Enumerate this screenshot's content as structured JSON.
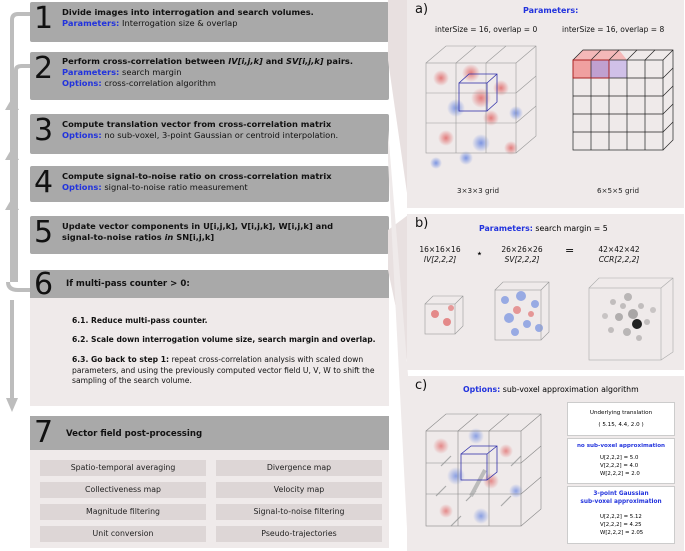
{
  "steps": [
    {
      "num": "1",
      "title": "Divide images into interrogation and search volumes.",
      "kw": "Parameters:",
      "desc": "Interrogation size & overlap"
    },
    {
      "num": "2",
      "title_a": "Perform cross-correlation between ",
      "title_b": "IV[i,j,k]",
      "title_c": " and ",
      "title_d": "SV[i,j,k]",
      "title_e": " pairs.",
      "kw": "Parameters:",
      "desc": "search margin",
      "kw2": "Options:",
      "desc2": "cross-correlation algorithm"
    },
    {
      "num": "3",
      "title": "Compute translation vector from cross-correlation matrix",
      "kw": "Options:",
      "desc": "no sub-voxel, 3-point Gaussian or centroid interpolation."
    },
    {
      "num": "4",
      "title": "Compute signal-to-noise ratio on cross-correlation matrix",
      "kw": "Options:",
      "desc": "signal-to-noise ratio measurement"
    },
    {
      "num": "5",
      "title_a": "Update vector components in U[i,j,k], V[i,j,k], W[i,j,k] and",
      "title_b": "signal-to-noise ratios ",
      "title_c": "in",
      "title_d": " SN[i,j,k]"
    }
  ],
  "step6": {
    "num": "6",
    "title": "If multi-pass counter > 0:",
    "s1": "6.1. Reduce multi-pass counter.",
    "s2": "6.2. Scale down interrogation volume size, search margin and overlap.",
    "s3_bold": "6.3. Go back to step 1:",
    "s3_rest": " repeat cross-correlation analysis with scaled down parameters, and using the previously computed vector field U, V, W to shift the sampling of the search volume."
  },
  "step7": {
    "num": "7",
    "title": "Vector field post-processing",
    "items": [
      "Spatio-temporal averaging",
      "Divergence map",
      "Collectiveness map",
      "Velocity map",
      "Magnitude filtering",
      "Signal-to-noise filtering",
      "Unit conversion",
      "Pseudo-trajectories"
    ]
  },
  "panel_a": {
    "label": "a)",
    "heading": "Parameters:",
    "left_param": "interSize = 16, overlap = 0",
    "right_param": "interSize = 16, overlap = 8",
    "left_caption": "3×3×3 grid",
    "right_caption": "6×5×5 grid"
  },
  "panel_b": {
    "label": "b)",
    "kw": "Parameters:",
    "desc": "search margin = 5",
    "iv_size": "16×16×16",
    "iv_name": "IV[2,2,2]",
    "star": "⋆",
    "sv_size": "26×26×26",
    "sv_name": "SV[2,2,2]",
    "eq": "=",
    "ccr_size": "42×42×42",
    "ccr_name": "CCR[2,2,2]"
  },
  "panel_c": {
    "label": "c)",
    "kw": "Options:",
    "desc": "sub-voxel approximation algorithm",
    "underlying_title": "Underlying translation",
    "underlying_value": "( 5.15, 4.4, 2.0 )",
    "nosub_title": "no sub-voxel approximation",
    "nosub_u": "U[2,2,2]  = 5.0",
    "nosub_v": "V[2,2,2]  = 4.0",
    "nosub_w": "W[2,2,2]  = 2.0",
    "gauss_title_1": "3-point Gaussian",
    "gauss_title_2": "sub-voxel approximation",
    "gauss_u": "U[2,2,2]  = 5.12",
    "gauss_v": "V[2,2,2]  = 4.25",
    "gauss_w": "W[2,2,2]  = 2.05"
  }
}
